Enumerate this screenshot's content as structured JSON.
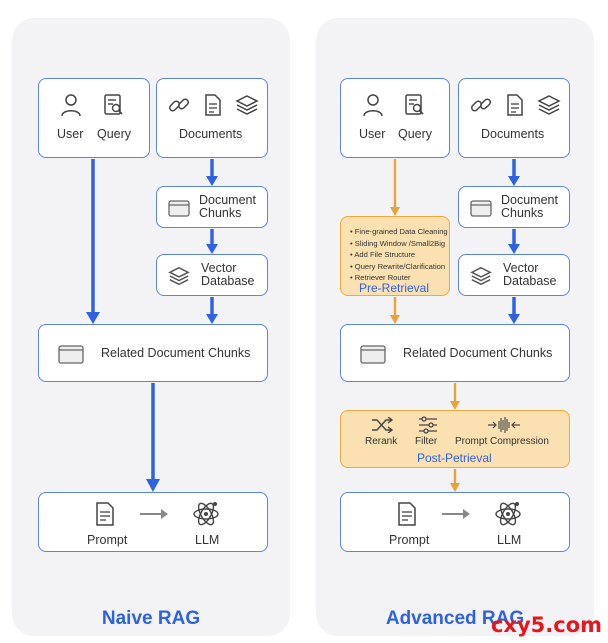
{
  "naive": {
    "user_label": "User",
    "query_label": "Query",
    "documents_label": "Documents",
    "doc_chunks_line1": "Document",
    "doc_chunks_line2": "Chunks",
    "vector_db_line1": "Vector",
    "vector_db_line2": "Database",
    "related_label": "Related Document Chunks",
    "prompt_label": "Prompt",
    "llm_label": "LLM",
    "title": "Naive RAG"
  },
  "advanced": {
    "user_label": "User",
    "query_label": "Query",
    "documents_label": "Documents",
    "doc_chunks_line1": "Document",
    "doc_chunks_line2": "Chunks",
    "vector_db_line1": "Vector",
    "vector_db_line2": "Database",
    "pre_retrieval": {
      "steps": [
        "Fine-grained Data Cleaning",
        "Sliding Window /Small2Big",
        "Add File Structure",
        "Query Rewrite/Clarification",
        "Retriever Router"
      ],
      "title": "Pre-Retrieval"
    },
    "related_label": "Related Document Chunks",
    "post_retrieval": {
      "rerank_label": "Rerank",
      "filter_label": "Filter",
      "compression_label": "Prompt Compression",
      "title": "Post-Petrieval"
    },
    "prompt_label": "Prompt",
    "llm_label": "LLM",
    "title": "Advanced RAG"
  },
  "watermark": "cxy5.com",
  "colors": {
    "blue_accent": "#2f62e0",
    "box_border": "#5b82e8",
    "orange_arrow": "#e8a33a",
    "orange_fill": "#fbe0b2",
    "panel_bg": "#f3f3f5"
  }
}
